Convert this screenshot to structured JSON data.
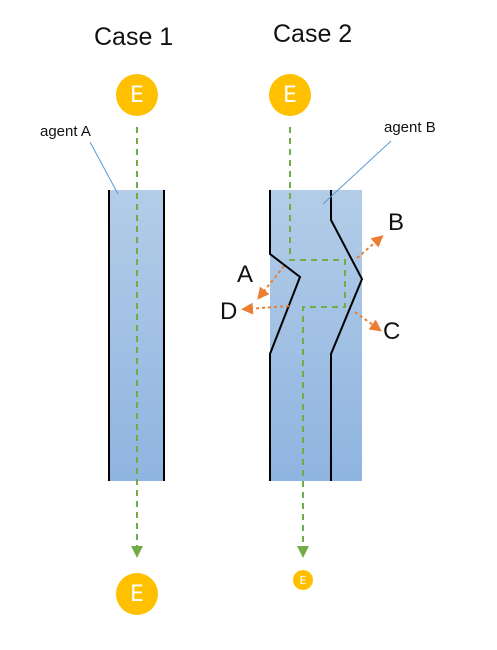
{
  "case1": {
    "title": "Case 1",
    "agent_label": "agent A"
  },
  "case2": {
    "title": "Case 2",
    "agent_label": "agent B"
  },
  "energy_label": "E",
  "points": {
    "a": "A",
    "b": "B",
    "c": "C",
    "d": "D"
  },
  "colors": {
    "energy": "#ffc000",
    "path": "#70ad47",
    "scatter": "#ed7d31",
    "agent_fill_top": "#b3cde8",
    "agent_fill_bottom": "#8fb4e0",
    "boundary": "#000000",
    "leader": "#5b9bd5"
  }
}
